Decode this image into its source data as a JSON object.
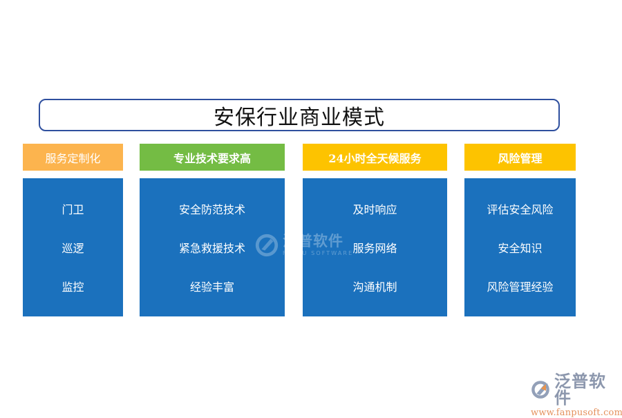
{
  "title": {
    "text": "安保行业商业模式"
  },
  "colors": {
    "title_border": "#2e4f9e",
    "panel_blue": "#1b71bd",
    "header_orange_light": "#fcb44e",
    "header_green": "#74bc44",
    "header_amber": "#fdc300",
    "text_white": "#ffffff",
    "logo_gray": "#8c97ad",
    "logo_orange": "#e4915c"
  },
  "columns": [
    {
      "header": "服务定制化",
      "header_color": "#fcb44e",
      "header_bold": false,
      "items": [
        "门卫",
        "巡逻",
        "监控"
      ]
    },
    {
      "header": "专业技术要求高",
      "header_color": "#74bc44",
      "header_bold": true,
      "items": [
        "安全防范技术",
        "紧急救援技术",
        "经验丰富"
      ]
    },
    {
      "header": "24小时全天候服务",
      "header_color": "#fdc300",
      "header_bold": true,
      "items": [
        "及时响应",
        "服务网络",
        "沟通机制"
      ]
    },
    {
      "header": "风险管理",
      "header_color": "#fdc300",
      "header_bold": true,
      "items": [
        "评估安全风险",
        "安全知识",
        "风险管理经验"
      ]
    }
  ],
  "center_watermark": {
    "cn": "泛普软件",
    "en": "FANPU SOFTWARE"
  },
  "brand_logo": {
    "cn": "泛普软件",
    "url": "www.fanpusoft.com"
  }
}
